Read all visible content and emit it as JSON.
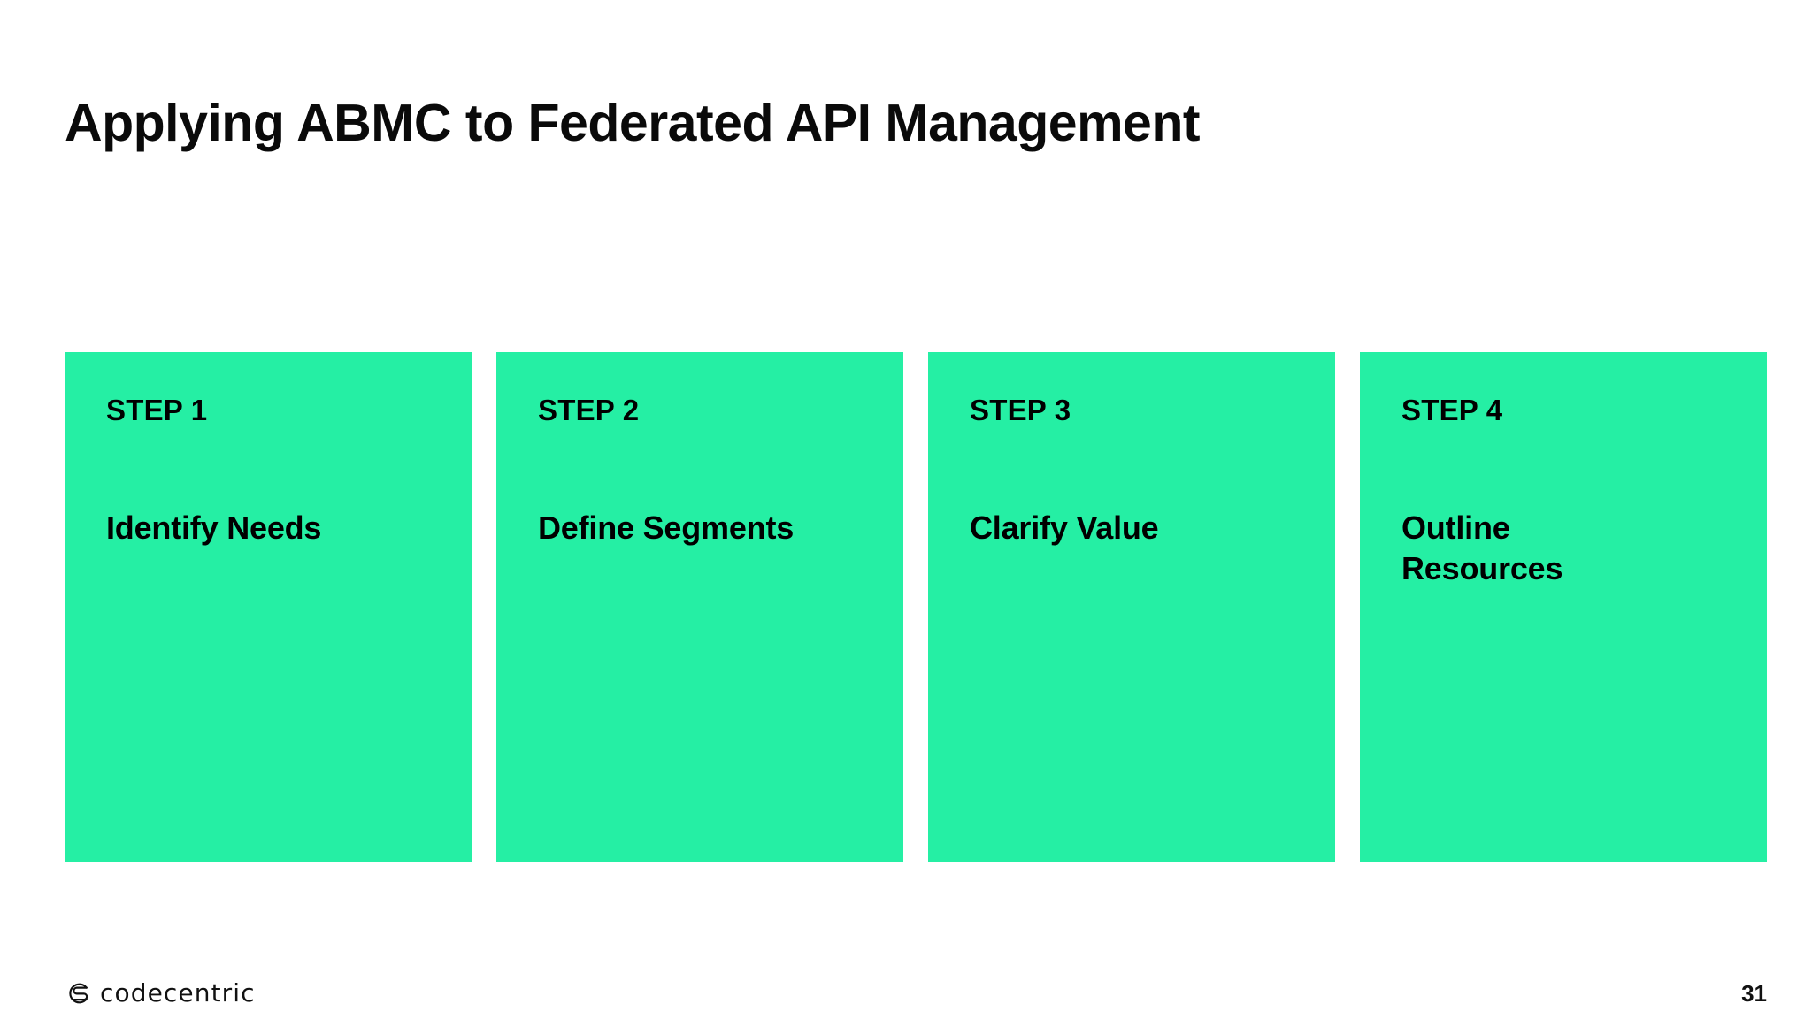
{
  "slide": {
    "title": "Applying ABMC to Federated API Management",
    "background_color": "#ffffff",
    "accent_color": "#25efa4"
  },
  "cards": [
    {
      "kicker": "STEP 1",
      "title": "Identify Needs"
    },
    {
      "kicker": "STEP 2",
      "title": "Define Segments"
    },
    {
      "kicker": "STEP 3",
      "title": "Clarify Value"
    },
    {
      "kicker": "STEP 4",
      "title": "Outline\nResources"
    }
  ],
  "footer": {
    "brand_name": "codecentric",
    "brand_mark_icon": "codecentric-loop-icon",
    "page_number": "31"
  }
}
